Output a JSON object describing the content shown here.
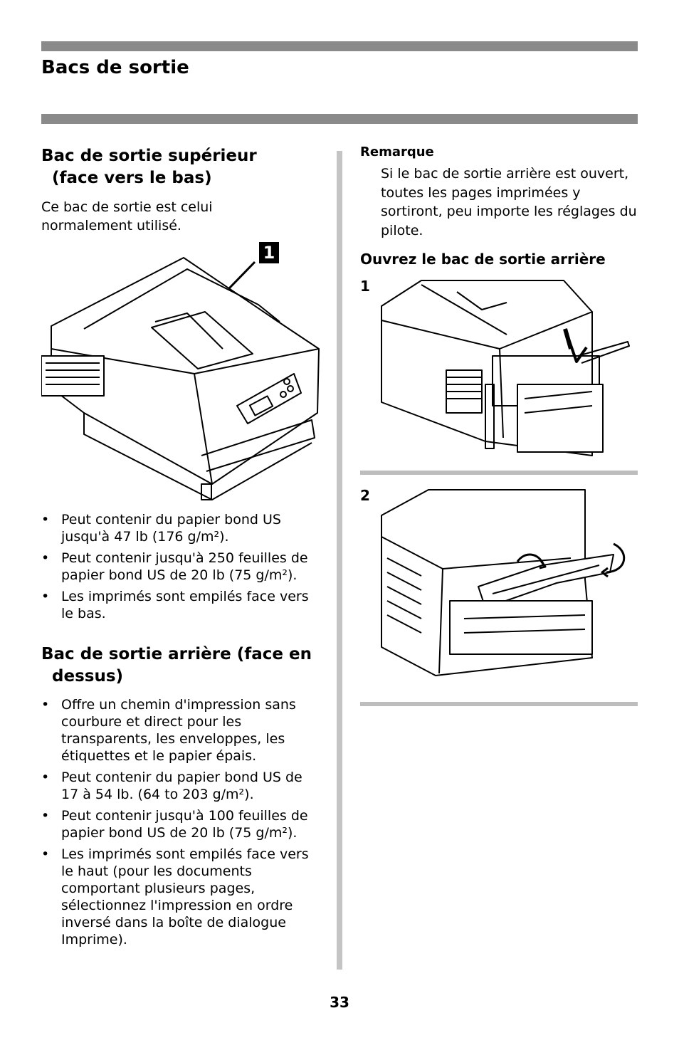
{
  "header": {
    "title": "Bacs de sortie"
  },
  "left": {
    "section1": {
      "heading": "Bac de sortie supérieur (face vers le bas)",
      "intro": "Ce bac de sortie est celui normalement utilisé.",
      "callout": "1",
      "bullets": [
        "Peut contenir du papier bond US jusqu'à 47 lb (176 g/m²).",
        "Peut contenir jusqu'à 250 feuilles de papier bond US de 20 lb (75 g/m²).",
        "Les imprimés sont empilés face vers le bas."
      ]
    },
    "section2": {
      "heading": "Bac de sortie arrière (face en dessus)",
      "bullets": [
        "Offre un chemin d'impression sans courbure et direct pour les transparents, les enveloppes, les étiquettes et le papier épais.",
        "Peut contenir du papier bond US de 17 à 54 lb. (64 to 203 g/m²).",
        "Peut contenir jusqu'à 100 feuilles de papier bond US de 20 lb (75 g/m²).",
        "Les imprimés sont empilés face vers le haut (pour les documents comportant plusieurs pages, sélectionnez l'impression en ordre inversé dans la boîte de dialogue Imprime)."
      ]
    }
  },
  "right": {
    "note": {
      "label": "Remarque",
      "text": "Si le bac de sortie arrière est ouvert, toutes les pages imprimées y sortiront, peu importe les réglages du pilote."
    },
    "procedure": {
      "heading": "Ouvrez le bac de sortie arrière",
      "steps": [
        "1",
        "2"
      ]
    }
  },
  "footer": {
    "page_number": "33"
  }
}
